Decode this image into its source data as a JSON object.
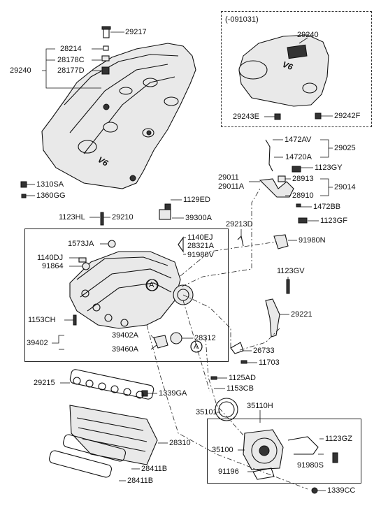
{
  "diagram": {
    "variant_note": "(-091031)",
    "callout_letter": "A",
    "labels": {
      "p29217": "29217",
      "p28214": "28214",
      "p28178C": "28178C",
      "p28177D": "28177D",
      "p29240_main": "29240",
      "p29240_inset": "29240",
      "p29243E": "29243E",
      "p29242F": "29242F",
      "p1472AV": "1472AV",
      "p29025": "29025",
      "p14720A": "14720A",
      "p1123GY": "1123GY",
      "p29011": "29011",
      "p29011A": "29011A",
      "p28913": "28913",
      "p29014": "29014",
      "p28910": "28910",
      "p1472BB": "1472BB",
      "p1310SA": "1310SA",
      "p1360GG": "1360GG",
      "p1129ED": "1129ED",
      "p39300A": "39300A",
      "p1123HL": "1123HL",
      "p29210": "29210",
      "p29213D": "29213D",
      "p1123GF": "1123GF",
      "p1140EJ": "1140EJ",
      "p28321A": "28321A",
      "p91980N": "91980N",
      "p1573JA": "1573JA",
      "p91980V": "91980V",
      "p1140DJ": "1140DJ",
      "p91864": "91864",
      "p1123GV": "1123GV",
      "p29221": "29221",
      "p1153CH": "1153CH",
      "p39402A": "39402A",
      "p28312": "28312",
      "p39402": "39402",
      "p39460A": "39460A",
      "p26733": "26733",
      "p11703": "11703",
      "p1125AD": "1125AD",
      "p29215": "29215",
      "p1153CB": "1153CB",
      "p1339GA": "1339GA",
      "p35101": "35101",
      "p35110H": "35110H",
      "p28310": "28310",
      "p1123GZ": "1123GZ",
      "p35100": "35100",
      "p91980S": "91980S",
      "p28411B_a": "28411B",
      "p91196": "91196",
      "p28411B_b": "28411B",
      "p1339CC": "1339CC"
    },
    "cover_badge": "V6"
  }
}
